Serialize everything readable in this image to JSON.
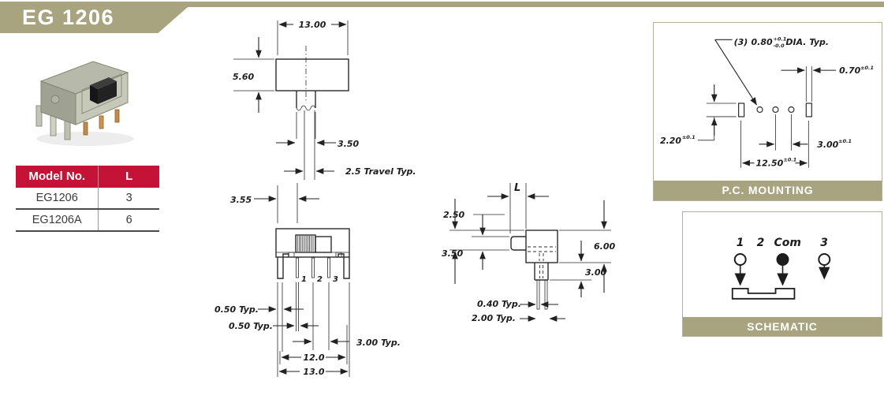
{
  "page": {
    "banner_title": "EG 1206"
  },
  "colors": {
    "accent_olive": "#a9a480",
    "accent_red": "#c51237",
    "drawing_line": "#2b2b2b"
  },
  "model_table": {
    "headers": [
      "Model No.",
      "L"
    ],
    "rows": [
      {
        "model": "EG1206",
        "l": "3"
      },
      {
        "model": "EG1206A",
        "l": "6"
      }
    ]
  },
  "top_view": {
    "dim_width": "13.00",
    "dim_height": "5.60",
    "dim_knob": "3.50",
    "dim_travel": "2.5 Travel Typ."
  },
  "front_view": {
    "dim_offset": "3.55",
    "pins": [
      "1",
      "2",
      "3"
    ],
    "dim_leg": "0.50 Typ.",
    "dim_pin": "0.50 Typ.",
    "dim_pitch": "3.00 Typ.",
    "dim_inner": "12.0",
    "dim_outer": "13.0"
  },
  "side_view": {
    "dim_len": "L",
    "dim_knob_h": "2.50",
    "dim_knob_d": "3.50",
    "dim_body_h": "6.00",
    "dim_base": "3.00",
    "dim_pin": "0.40 Typ.",
    "dim_tab": "2.00 Typ."
  },
  "pc_mounting": {
    "title": "P.C. MOUNTING",
    "note_prefix": "(3)",
    "note_value": "0.80",
    "note_tol_plus": "+0.1",
    "note_tol_minus": "-0.0",
    "note_suffix": "DIA. Typ.",
    "slot_w": "0.70",
    "slot_w_tol": "±0.1",
    "row_off": "2.20",
    "row_off_tol": "±0.1",
    "pitch": "3.00",
    "pitch_tol": "±0.1",
    "span": "12.50",
    "span_tol": "±0.1"
  },
  "schematic": {
    "title": "SCHEMATIC",
    "pin1": "1",
    "pin2": "2",
    "com": "Com",
    "pin3": "3"
  }
}
